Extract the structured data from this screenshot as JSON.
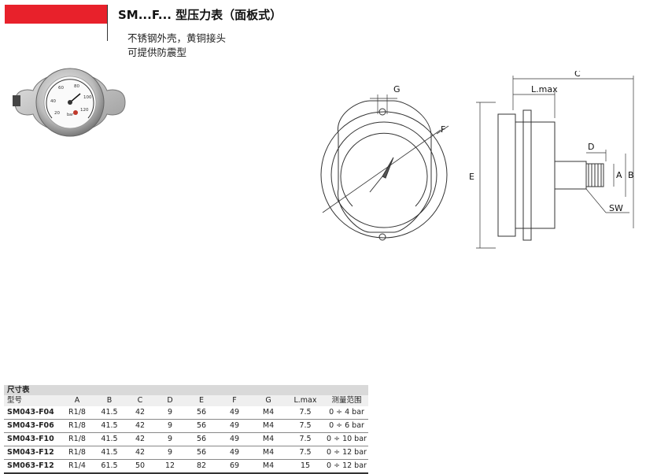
{
  "header": {
    "title": "SM...F... 型压力表（面板式）",
    "desc_line1": "不锈钢外壳，黄铜接头",
    "desc_line2": "可提供防震型"
  },
  "photo": {
    "scale_labels": [
      "20",
      "40",
      "60",
      "80",
      "100",
      "120"
    ],
    "unit": "bar"
  },
  "drawing": {
    "labels": {
      "G": "G",
      "F": "F",
      "E": "E",
      "C": "C",
      "Lmax": "L.max",
      "D": "D",
      "A": "A",
      "B": "B",
      "SW": "SW"
    }
  },
  "table": {
    "caption": "尺寸表",
    "headers": [
      "型号",
      "A",
      "B",
      "C",
      "D",
      "E",
      "F",
      "G",
      "L.max",
      "测量范围"
    ],
    "rows": [
      [
        "SM043-F04",
        "R1/8",
        "41.5",
        "42",
        "9",
        "56",
        "49",
        "M4",
        "7.5",
        "0 ÷ 4 bar"
      ],
      [
        "SM043-F06",
        "R1/8",
        "41.5",
        "42",
        "9",
        "56",
        "49",
        "M4",
        "7.5",
        "0 ÷ 6 bar"
      ],
      [
        "SM043-F10",
        "R1/8",
        "41.5",
        "42",
        "9",
        "56",
        "49",
        "M4",
        "7.5",
        "0 ÷ 10 bar"
      ],
      [
        "SM043-F12",
        "R1/8",
        "41.5",
        "42",
        "9",
        "56",
        "49",
        "M4",
        "7.5",
        "0 ÷ 12 bar"
      ],
      [
        "SM063-F12",
        "R1/4",
        "61.5",
        "50",
        "12",
        "82",
        "69",
        "M4",
        "15",
        "0 ÷ 12 bar"
      ]
    ]
  },
  "colors": {
    "accent": "#e8212b",
    "header_bg": "#d9d9d9"
  }
}
